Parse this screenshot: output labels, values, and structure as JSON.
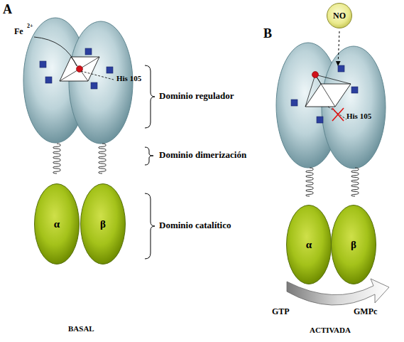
{
  "diagram": {
    "nodes": [
      {
        "text": [
          "α"
        ]
      },
      {
        "text": [
          "β"
        ]
      },
      {
        "text": [
          "NO"
        ]
      },
      {
        "text": [
          "α"
        ]
      },
      {
        "text": [
          "β"
        ]
      }
    ],
    "labels": [
      "A",
      "Fe",
      "2+",
      "His 105",
      "Dominio regulador",
      "Dominio dimerización",
      "Dominio catalítico",
      "BASAL",
      "B",
      "His 105",
      "GTP",
      "GMPc",
      "ACTIVADA"
    ]
  }
}
